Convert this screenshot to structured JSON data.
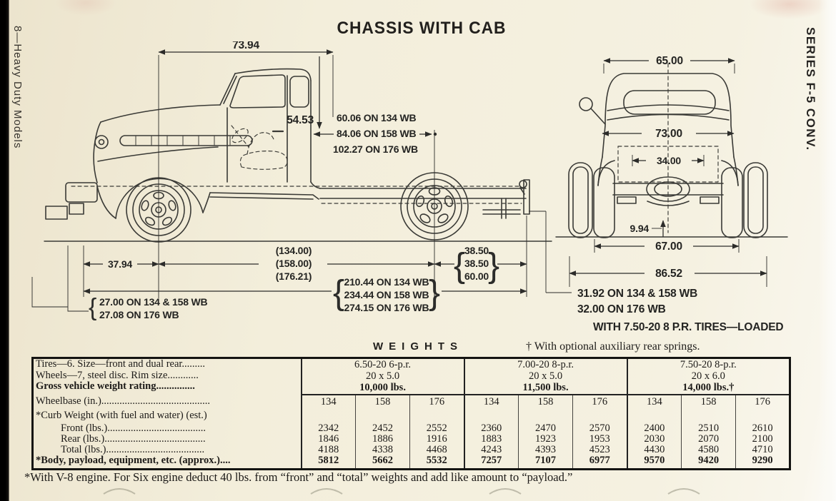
{
  "page": {
    "left_edge_label": "8—Heavy Duty Models",
    "right_edge_label": "SERIES F-5 CONV.",
    "title": "CHASSIS WITH CAB",
    "footnote": "*With V-8 engine. For Six engine deduct 40 lbs. from “front” and “total” weights and add like amount to “payload.”"
  },
  "glyphs": {
    "brace_left": "{",
    "brace_right": "}"
  },
  "side_view": {
    "bumper_to_back_of_cab": "73.94",
    "cab_height": "54.53",
    "cab_to_axle_134": "60.06 ON 134 WB",
    "cab_to_axle_158": "84.06 ON 158 WB",
    "cab_to_axle_176": "102.27 ON 176 WB",
    "bumper_to_front_axle": "37.94",
    "wheelbase_134": "(134.00)",
    "wheelbase_158": "(158.00)",
    "wheelbase_176": "(176.21)",
    "afterframe_a": "38.50",
    "afterframe_b": "38.50",
    "afterframe_c": "60.00",
    "overall_134": "210.44 ON 134 WB",
    "overall_158": "234.44 ON 158 WB",
    "overall_176": "274.15 ON 176 WB",
    "frame_height_a": "27.00 ON 134 & 158 WB",
    "frame_height_b": "27.08 ON 176 WB"
  },
  "rear_view": {
    "roof_width": "65.00",
    "cab_width": "73.00",
    "frame_width": "34.00",
    "clearance": "9.94",
    "track": "67.00",
    "overall_width": "86.52",
    "frame_ground_a": "31.92 ON 134 & 158 WB",
    "frame_ground_b": "32.00 ON 176 WB",
    "tire_note": "WITH 7.50-20 8 P.R. TIRES—LOADED"
  },
  "weights": {
    "heading": "WEIGHTS",
    "aux_note": "† With optional auxiliary rear springs.",
    "spec_row_1": "Tires—6. Size—front and dual rear.........",
    "spec_row_2": "Wheels—7, steel disc. Rim size............",
    "spec_row_3": "Gross vehicle weight rating...............",
    "groups": [
      {
        "tire": "6.50-20 6-p.r.",
        "rim": "20 x 5.0",
        "gvw": "10,000 lbs."
      },
      {
        "tire": "7.00-20 8-p.r.",
        "rim": "20 x 5.0",
        "gvw": "11,500 lbs."
      },
      {
        "tire": "7.50-20 8-p.r.",
        "rim": "20 x 6.0",
        "gvw": "14,000 lbs.†"
      }
    ],
    "wheelbase_label": "Wheelbase (in.)..........................................",
    "wheelbase_values": [
      "134",
      "158",
      "176",
      "134",
      "158",
      "176",
      "134",
      "158",
      "176"
    ],
    "curb_label": "*Curb Weight (with fuel and water) (est.)",
    "rows": [
      {
        "label": "Front (lbs.)......................................",
        "values": [
          "2342",
          "2452",
          "2552",
          "2360",
          "2470",
          "2570",
          "2400",
          "2510",
          "2610"
        ]
      },
      {
        "label": "Rear (lbs.).......................................",
        "values": [
          "1846",
          "1886",
          "1916",
          "1883",
          "1923",
          "1953",
          "2030",
          "2070",
          "2100"
        ]
      },
      {
        "label": "Total (lbs.)......................................",
        "values": [
          "4188",
          "4338",
          "4468",
          "4243",
          "4393",
          "4523",
          "4430",
          "4580",
          "4710"
        ]
      },
      {
        "label": "*Body, payload, equipment, etc. (approx.)....",
        "values": [
          "5812",
          "5662",
          "5532",
          "7257",
          "7107",
          "6977",
          "9570",
          "9420",
          "9290"
        ]
      }
    ]
  },
  "colors": {
    "paper": "#f3eedb",
    "ink": "#2b2b2b",
    "accent_black_edge": "#000000"
  },
  "chart_data": {
    "type": "table",
    "title": "WEIGHTS — Chassis with Cab, Series F-5 Conv.",
    "column_groups": [
      {
        "tires": "6.50-20 6-p.r.",
        "rim": "20 x 5.0",
        "gvwr": "10,000 lbs.",
        "wheelbases": [
          134,
          158,
          176
        ]
      },
      {
        "tires": "7.00-20 8-p.r.",
        "rim": "20 x 5.0",
        "gvwr": "11,500 lbs.",
        "wheelbases": [
          134,
          158,
          176
        ]
      },
      {
        "tires": "7.50-20 8-p.r.",
        "rim": "20 x 6.0",
        "gvwr": "14,000 lbs.†",
        "wheelbases": [
          134,
          158,
          176
        ]
      }
    ],
    "rows": [
      {
        "label": "Curb Weight Front (lbs.)",
        "values": [
          2342,
          2452,
          2552,
          2360,
          2470,
          2570,
          2400,
          2510,
          2610
        ]
      },
      {
        "label": "Curb Weight Rear (lbs.)",
        "values": [
          1846,
          1886,
          1916,
          1883,
          1923,
          1953,
          2030,
          2070,
          2100
        ]
      },
      {
        "label": "Curb Weight Total (lbs.)",
        "values": [
          4188,
          4338,
          4468,
          4243,
          4393,
          4523,
          4430,
          4580,
          4710
        ]
      },
      {
        "label": "Body, payload, equipment, etc. (approx.)",
        "values": [
          5812,
          5662,
          5532,
          7257,
          7107,
          6977,
          9570,
          9420,
          9290
        ]
      }
    ]
  }
}
